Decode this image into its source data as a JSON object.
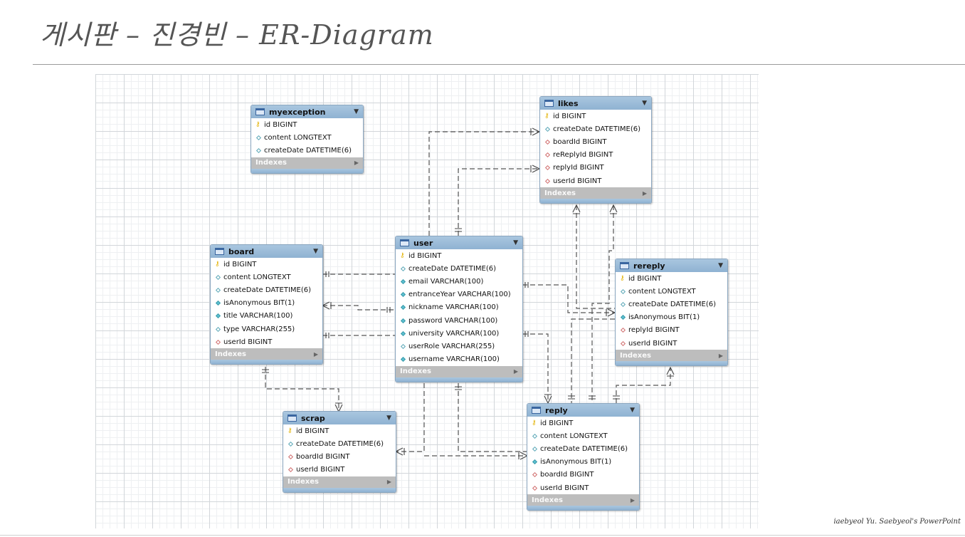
{
  "slide": {
    "title": "게시판 – 진경빈 – ER-Diagram",
    "footer": "iaebyeol Yu. Saebyeol's PowerPoint"
  },
  "diagram": {
    "indexes_label": "Indexes",
    "tables": {
      "myexception": {
        "name": "myexception",
        "columns": [
          {
            "name": "id BIGINT",
            "key": "pk"
          },
          {
            "name": "content LONGTEXT",
            "key": "plain"
          },
          {
            "name": "createDate DATETIME(6)",
            "key": "plain"
          }
        ]
      },
      "likes": {
        "name": "likes",
        "columns": [
          {
            "name": "id BIGINT",
            "key": "pk"
          },
          {
            "name": "createDate DATETIME(6)",
            "key": "plain"
          },
          {
            "name": "boardId BIGINT",
            "key": "fk"
          },
          {
            "name": "reReplyId BIGINT",
            "key": "fk"
          },
          {
            "name": "replyId BIGINT",
            "key": "fk"
          },
          {
            "name": "userId BIGINT",
            "key": "fk"
          }
        ]
      },
      "board": {
        "name": "board",
        "columns": [
          {
            "name": "id BIGINT",
            "key": "pk"
          },
          {
            "name": "content LONGTEXT",
            "key": "plain"
          },
          {
            "name": "createDate DATETIME(6)",
            "key": "plain"
          },
          {
            "name": "isAnonymous BIT(1)",
            "key": "nn"
          },
          {
            "name": "title VARCHAR(100)",
            "key": "nn"
          },
          {
            "name": "type VARCHAR(255)",
            "key": "plain"
          },
          {
            "name": "userId BIGINT",
            "key": "fk"
          }
        ]
      },
      "user": {
        "name": "user",
        "columns": [
          {
            "name": "id BIGINT",
            "key": "pk"
          },
          {
            "name": "createDate DATETIME(6)",
            "key": "plain"
          },
          {
            "name": "email VARCHAR(100)",
            "key": "nn"
          },
          {
            "name": "entranceYear VARCHAR(100)",
            "key": "nn"
          },
          {
            "name": "nickname VARCHAR(100)",
            "key": "nn"
          },
          {
            "name": "password VARCHAR(100)",
            "key": "nn"
          },
          {
            "name": "university VARCHAR(100)",
            "key": "nn"
          },
          {
            "name": "userRole VARCHAR(255)",
            "key": "plain"
          },
          {
            "name": "username VARCHAR(100)",
            "key": "nn"
          }
        ]
      },
      "rereply": {
        "name": "rereply",
        "columns": [
          {
            "name": "id BIGINT",
            "key": "pk"
          },
          {
            "name": "content LONGTEXT",
            "key": "plain"
          },
          {
            "name": "createDate DATETIME(6)",
            "key": "plain"
          },
          {
            "name": "isAnonymous BIT(1)",
            "key": "nn"
          },
          {
            "name": "replyId BIGINT",
            "key": "fk"
          },
          {
            "name": "userId BIGINT",
            "key": "fk"
          }
        ]
      },
      "scrap": {
        "name": "scrap",
        "columns": [
          {
            "name": "id BIGINT",
            "key": "pk"
          },
          {
            "name": "createDate DATETIME(6)",
            "key": "plain"
          },
          {
            "name": "boardId BIGINT",
            "key": "fk"
          },
          {
            "name": "userId BIGINT",
            "key": "fk"
          }
        ]
      },
      "reply": {
        "name": "reply",
        "columns": [
          {
            "name": "id BIGINT",
            "key": "pk"
          },
          {
            "name": "content LONGTEXT",
            "key": "plain"
          },
          {
            "name": "createDate DATETIME(6)",
            "key": "plain"
          },
          {
            "name": "isAnonymous BIT(1)",
            "key": "nn"
          },
          {
            "name": "boardId BIGINT",
            "key": "fk"
          },
          {
            "name": "userId BIGINT",
            "key": "fk"
          }
        ]
      }
    },
    "colors": {
      "header": "#9bbbd8",
      "indexes_bar": "#bdbdbd",
      "primary_key": "#e2b100",
      "foreign_key": "#d06c6c",
      "column": "#5aa7b7",
      "relationship_line": "#555555"
    }
  }
}
